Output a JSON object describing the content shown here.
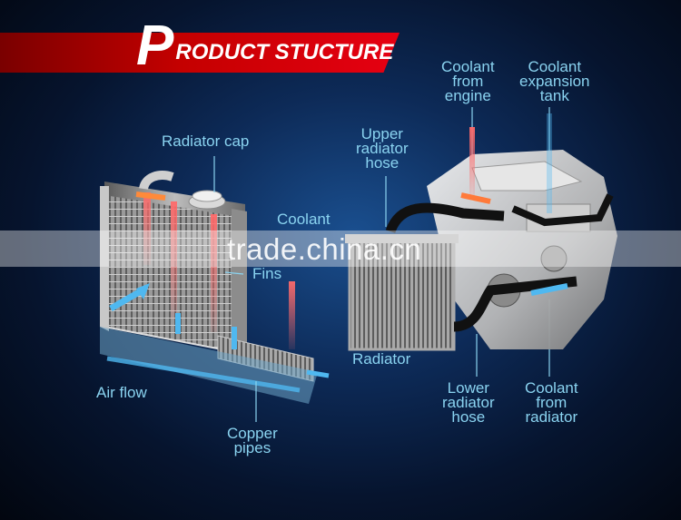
{
  "header": {
    "initial": "P",
    "title_rest": "RODUCT STUCTURE",
    "color": "#d9000f"
  },
  "labels": {
    "radiator_cap": "Radiator cap",
    "coolant": "Coolant",
    "fins": "Fins",
    "air_flow": "Air flow",
    "copper_pipes": "Copper\npipes",
    "upper_radiator_hose": "Upper\nradiator\nhose",
    "coolant_from_engine": "Coolant\nfrom\nengine",
    "coolant_expansion_tank": "Coolant\nexpansion\ntank",
    "radiator": "Radiator",
    "lower_radiator_hose": "Lower\nradiator\nhose",
    "coolant_from_radiator": "Coolant\nfrom\nradiator"
  },
  "watermark": "trade.china.cn",
  "colors": {
    "label": "#8ad3f0",
    "hot": "#f05a5a",
    "cold": "#4fb8f0"
  }
}
